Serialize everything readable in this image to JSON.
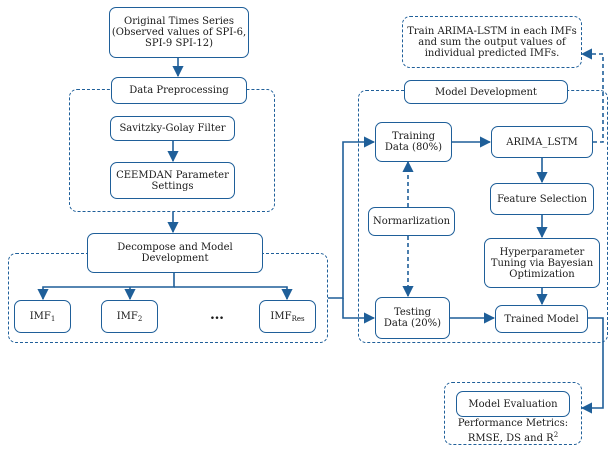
{
  "nodes": {
    "original_series": {
      "lines": [
        "Original Times Series",
        "(Observed values of SPI-6,",
        "SPI-9 SPI-12)"
      ]
    },
    "data_preprocessing": {
      "label": "Data Preprocessing"
    },
    "savitzky_golay": {
      "label": "Savitzky-Golay Filter"
    },
    "ceemdan": {
      "lines": [
        "CEEMDAN Parameter",
        "Settings"
      ]
    },
    "decompose": {
      "lines": [
        "Decompose and Model",
        "Development"
      ]
    },
    "imf1": {
      "base": "IMF",
      "sub": "1"
    },
    "imf2": {
      "base": "IMF",
      "sub": "2"
    },
    "ellipsis": "…",
    "imf_res": {
      "base": "IMF",
      "sub": "Res"
    },
    "train_note": {
      "lines": [
        "Train ARIMA-LSTM in each IMFs",
        "and sum the output values of",
        "individual predicted IMFs."
      ]
    },
    "model_development": {
      "label": "Model Development"
    },
    "training_data": {
      "lines": [
        "Training",
        "Data (80%)"
      ]
    },
    "arima_lstm": {
      "label": "ARIMA_LSTM"
    },
    "normalization": {
      "label": "Normarlization"
    },
    "feature_selection": {
      "label": "Feature Selection"
    },
    "hyperparameter": {
      "lines": [
        "Hyperparameter",
        "Tuning via Bayesian",
        "Optimization"
      ]
    },
    "testing_data": {
      "lines": [
        "Testing",
        "Data (20%)"
      ]
    },
    "trained_model": {
      "label": "Trained Model"
    },
    "model_evaluation": {
      "label": "Model Evaluation"
    },
    "performance": {
      "line1": "Performance Metrics:",
      "line2_prefix": "RMSE, DS and R",
      "line2_sup": "2"
    }
  },
  "colors": {
    "box_border": "#1f5f99",
    "arrow": "#1f5f99",
    "text": "#1a1a1a"
  }
}
